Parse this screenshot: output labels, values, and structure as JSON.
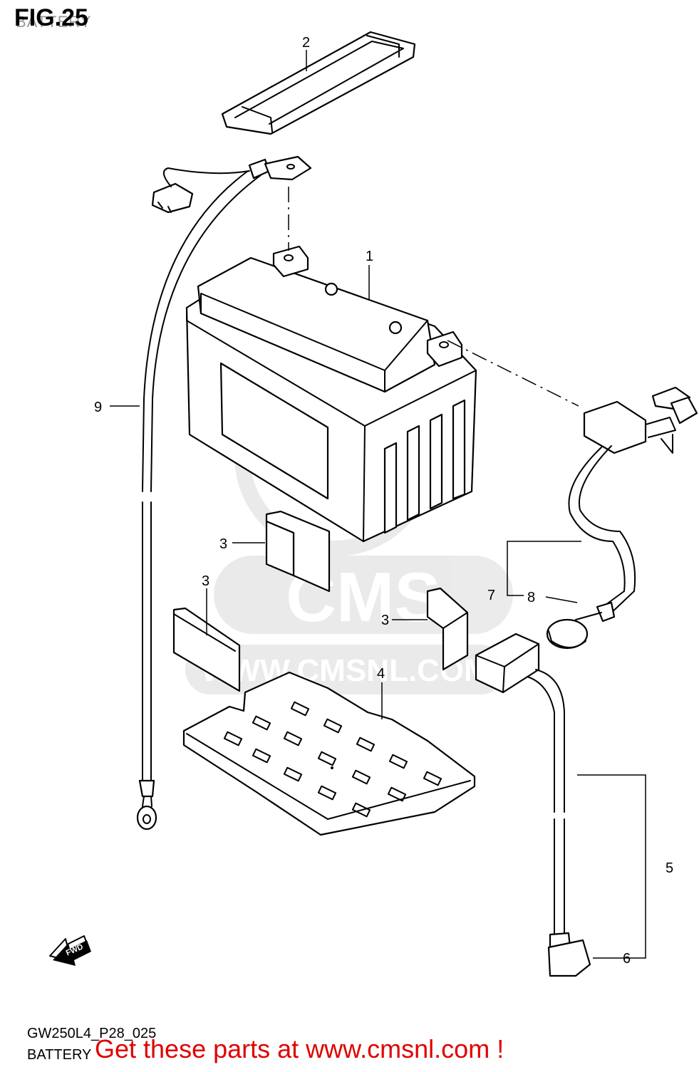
{
  "header": {
    "figure": "FIG.25",
    "overlay": "BATTERY"
  },
  "footer": {
    "code": "GW250L4_P28_025",
    "caption": "BATTERY",
    "promo": "Get these parts at www.cmsnl.com !"
  },
  "watermark": {
    "brand": "CMS",
    "url": "WWW.CMSNL.COM"
  },
  "arrow": {
    "label": "FWD"
  },
  "callouts": [
    "1",
    "2",
    "3",
    "3",
    "3",
    "4",
    "5",
    "6",
    "7",
    "8",
    "9"
  ],
  "colors": {
    "promo": "#e00000",
    "watermark": "#d9d9d9",
    "ink": "#000000"
  }
}
